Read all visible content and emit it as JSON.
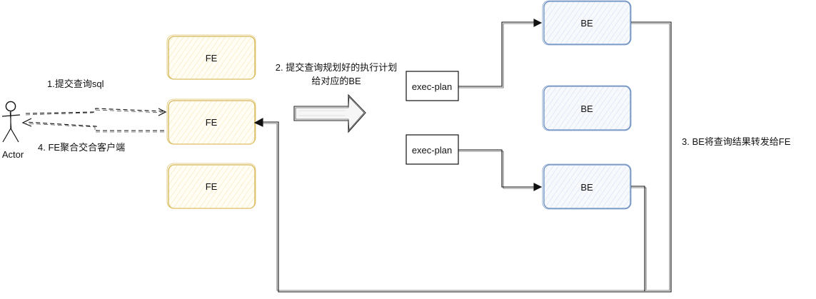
{
  "actor": {
    "label": "Actor"
  },
  "fe_nodes": [
    {
      "label": "FE"
    },
    {
      "label": "FE"
    },
    {
      "label": "FE"
    }
  ],
  "be_nodes": [
    {
      "label": "BE"
    },
    {
      "label": "BE"
    },
    {
      "label": "BE"
    }
  ],
  "plans": [
    {
      "label": "exec-plan"
    },
    {
      "label": "exec-plan"
    }
  ],
  "steps": {
    "step1": "1.提交查询sql",
    "step2_line1": "2. 提交查询规划好的执行计划",
    "step2_line2": "给对应的BE",
    "step3": "3. BE将查询结果转发给FE",
    "step4": "4. FE聚合交合客户端"
  },
  "colors": {
    "fe_stroke": "#d6b656",
    "fe_fill": "#fff8e1",
    "be_stroke": "#6c8ebf",
    "be_fill": "#eef3fb",
    "line": "#111111"
  }
}
